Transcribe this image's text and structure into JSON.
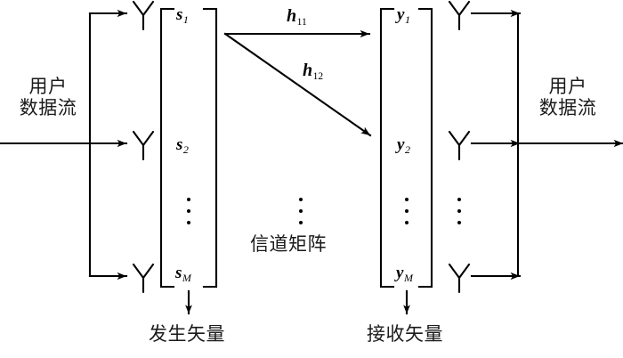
{
  "figure": {
    "type": "block-diagram",
    "subject": "MIMO transmit/receive chain with channel matrix",
    "background_color": "#ffffff",
    "line_color": "#000000",
    "text_color": "#111111"
  },
  "labels": {
    "input_stream_line1": "用户",
    "input_stream_line2": "数据流",
    "output_stream_line1": "用户",
    "output_stream_line2": "数据流",
    "channel_matrix": "信道矩阵",
    "transmit_vector": "发生矢量",
    "receive_vector": "接收矢量"
  },
  "transmit_vector_entries": [
    {
      "base": "s",
      "sub": "1"
    },
    {
      "base": "s",
      "sub": "2"
    },
    {
      "base": "s",
      "sub": "M"
    }
  ],
  "receive_vector_entries": [
    {
      "base": "y",
      "sub": "1"
    },
    {
      "base": "y",
      "sub": "2"
    },
    {
      "base": "y",
      "sub": "M"
    }
  ],
  "channel_coefficients": [
    {
      "base": "h",
      "sub": "11"
    },
    {
      "base": "h",
      "sub": "12"
    }
  ],
  "antennas": {
    "transmit_count_shown": 3,
    "receive_count_shown": 3,
    "glyph": "Y"
  },
  "ellipses": {
    "count": 4,
    "dots_per_group": 3
  }
}
